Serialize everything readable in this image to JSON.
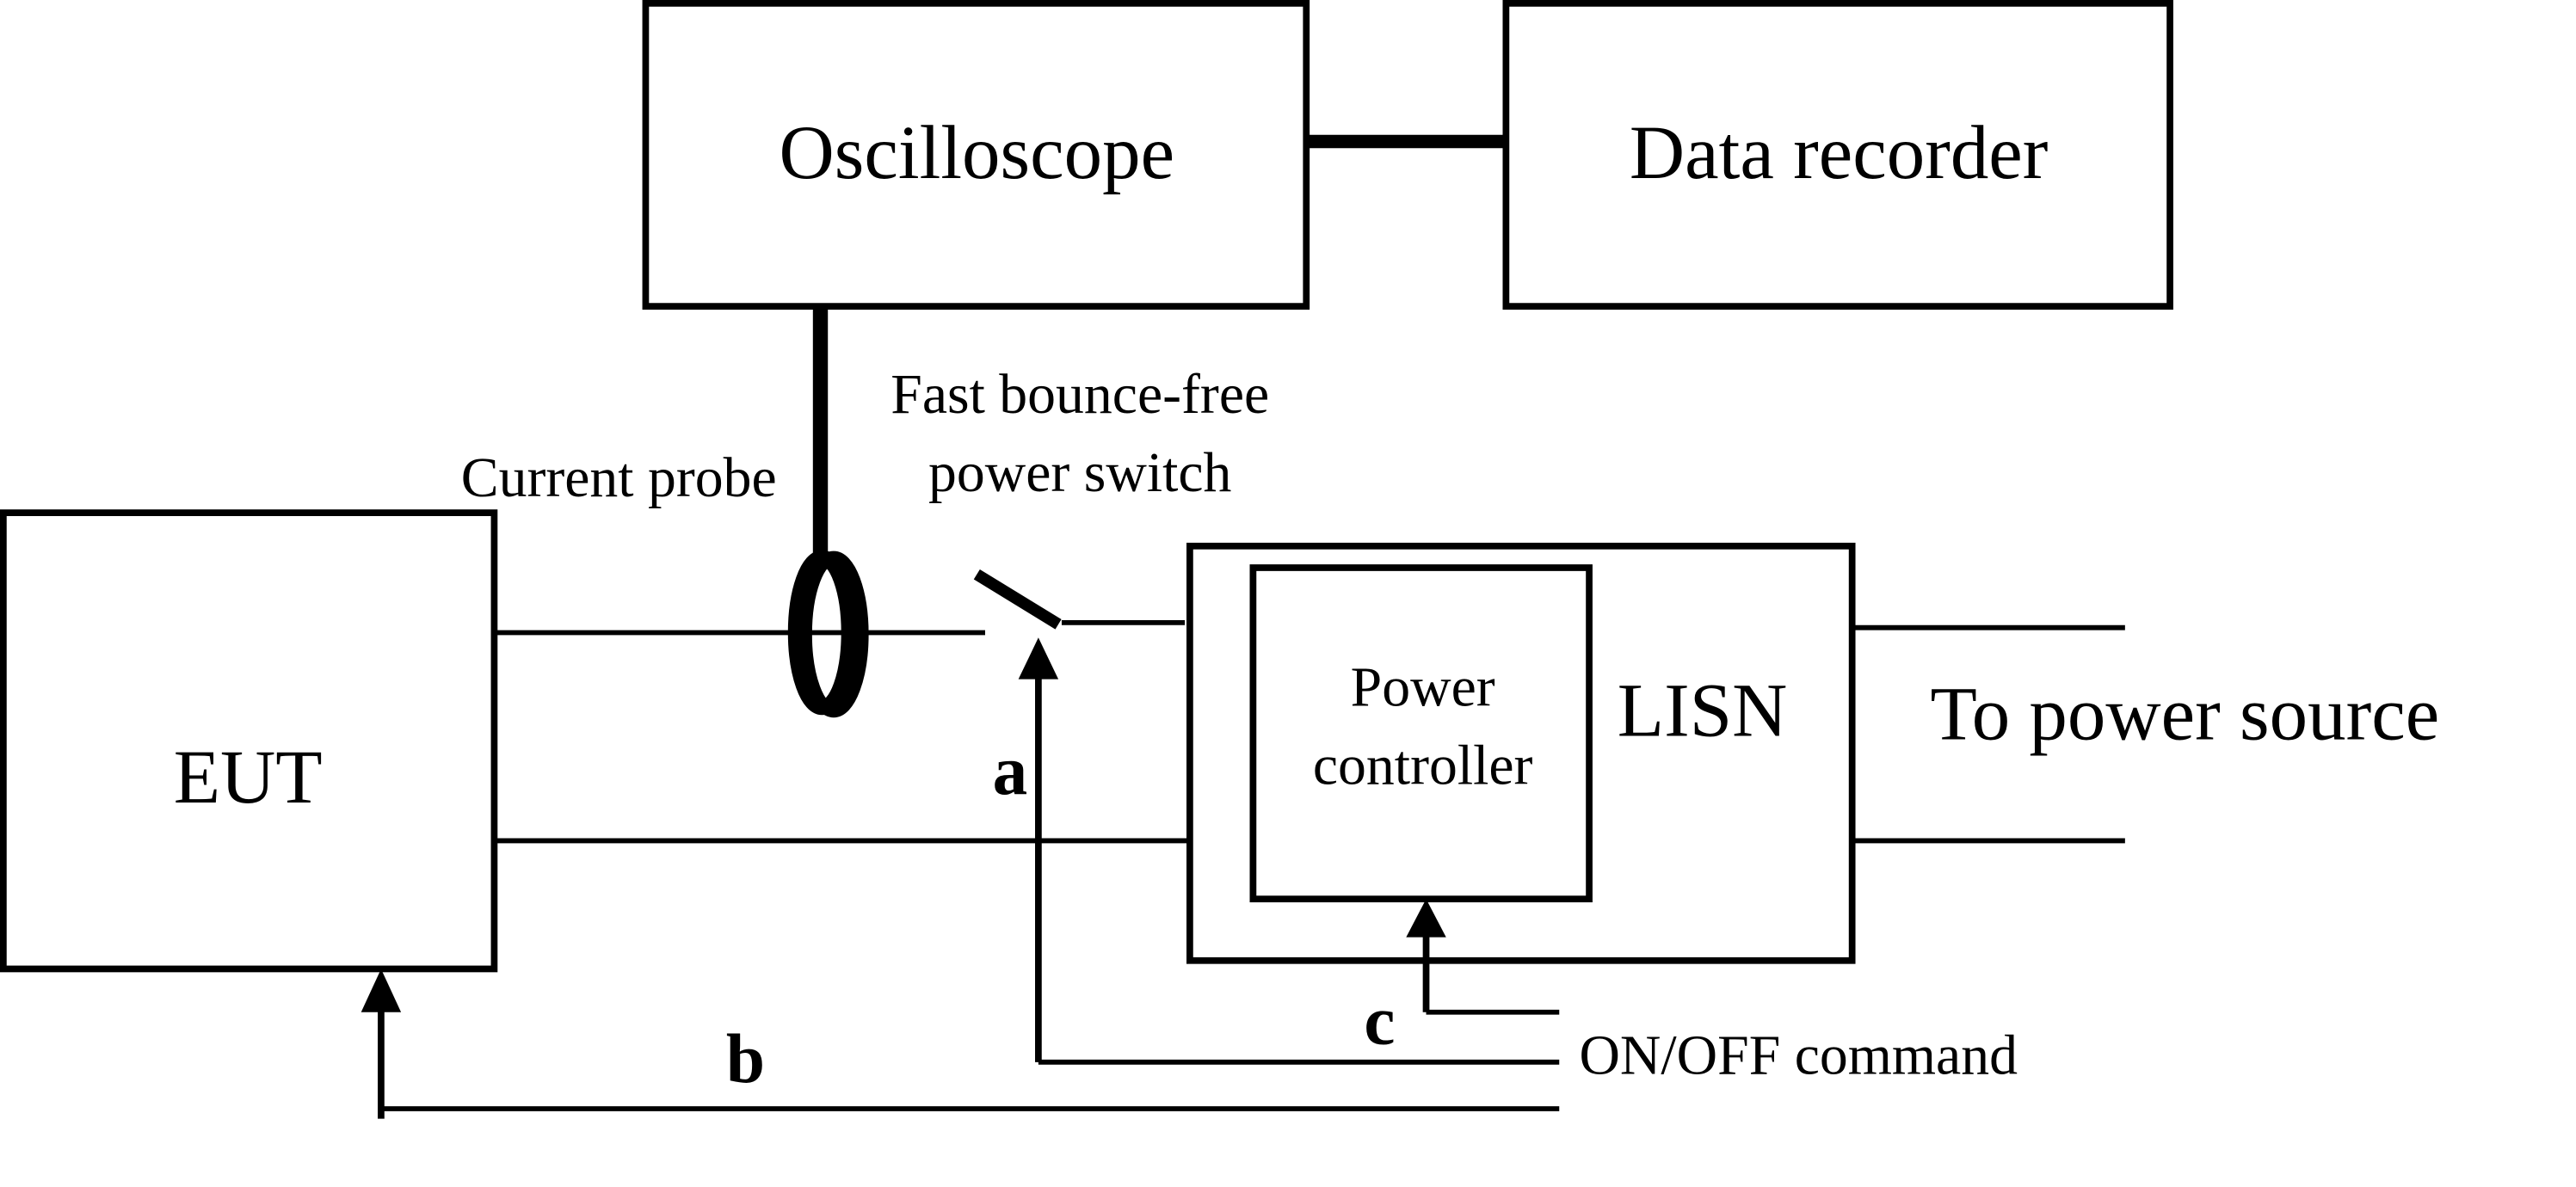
{
  "blocks": {
    "oscilloscope": "Oscilloscope",
    "data_recorder": "Data recorder",
    "eut": "EUT",
    "power_controller_line1": "Power",
    "power_controller_line2": "controller",
    "lisn": "LISN"
  },
  "labels": {
    "current_probe": "Current probe",
    "switch_line1": "Fast bounce-free",
    "switch_line2": "power switch",
    "power_source": "To power source",
    "on_off_command": "ON/OFF command",
    "a": "a",
    "b": "b",
    "c": "c"
  },
  "colors": {
    "stroke": "#000000",
    "background": "#ffffff",
    "probe_shadow": "#777777"
  }
}
